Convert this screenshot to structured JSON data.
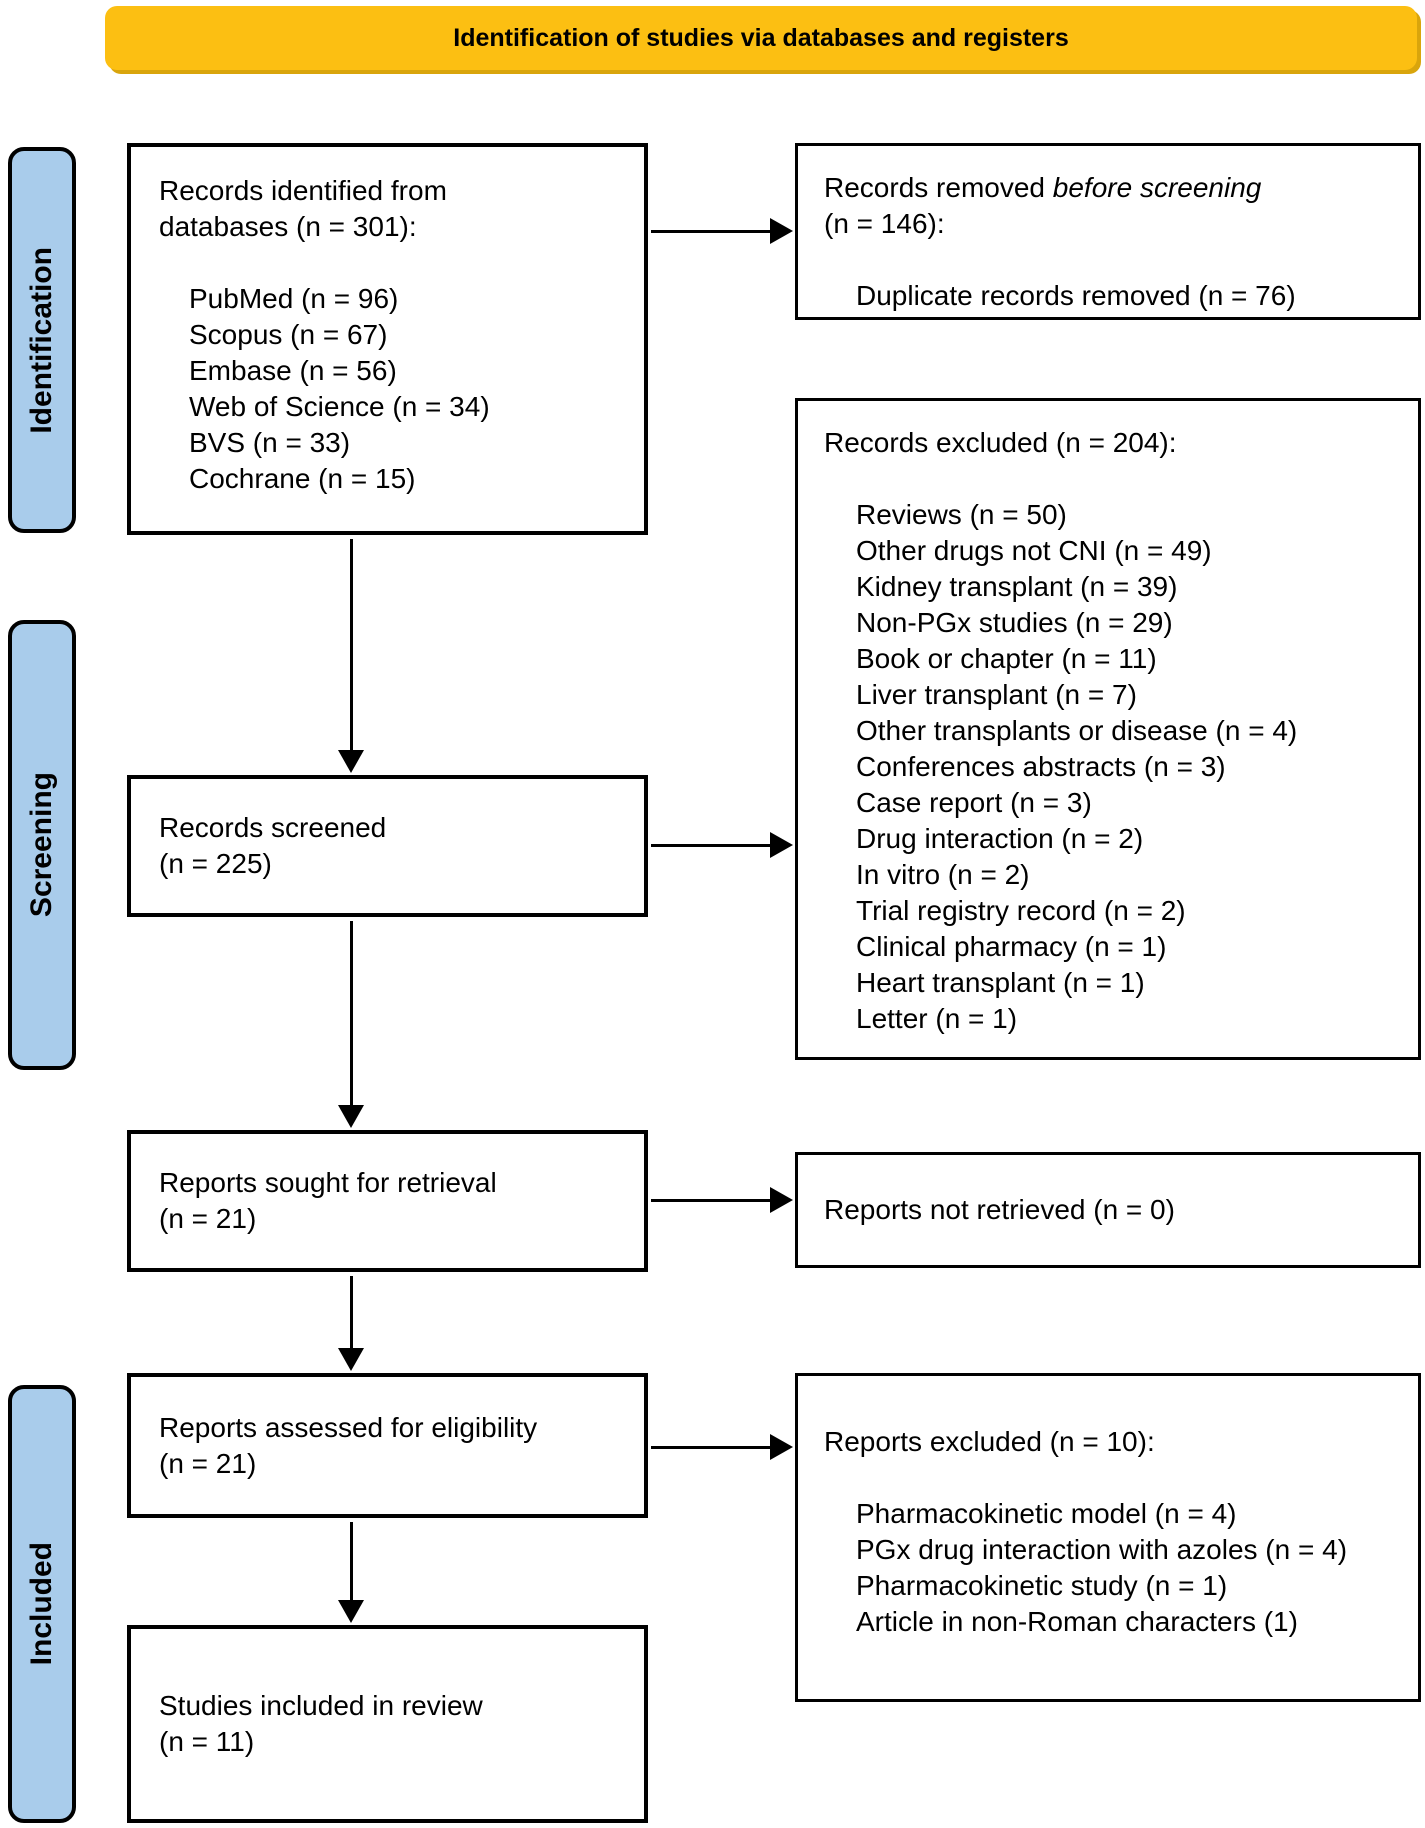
{
  "banner": {
    "title": "Identification of studies via databases and registers"
  },
  "colors": {
    "banner_bg": "#fcbf12",
    "banner_edge": "#d9a50c",
    "stage_bg": "#a9cceb",
    "border": "#000000"
  },
  "stages": {
    "identification": "Identification",
    "screening": "Screening",
    "included": "Included"
  },
  "left_boxes": {
    "records_identified": {
      "line1": "Records identified from",
      "line2": "databases (n = 301):",
      "items": [
        "PubMed (n = 96)",
        "Scopus (n = 67)",
        "Embase (n = 56)",
        "Web of Science (n = 34)",
        "BVS (n = 33)",
        "Cochrane (n = 15)"
      ]
    },
    "records_screened": {
      "line1": "Records screened",
      "line2": "(n = 225)"
    },
    "reports_sought": {
      "line1": "Reports sought for retrieval",
      "line2": "(n = 21)"
    },
    "reports_assessed": {
      "line1": "Reports assessed for eligibility",
      "line2": "(n = 21)"
    },
    "studies_included": {
      "line1": "Studies included in review",
      "line2": "(n = 11)"
    }
  },
  "right_boxes": {
    "records_removed": {
      "prefix": "Records removed ",
      "emphasis": "before screening",
      "line2": "(n = 146):",
      "items": [
        "Duplicate records removed (n = 76)"
      ]
    },
    "records_excluded": {
      "title": "Records excluded (n = 204):",
      "items": [
        "Reviews (n = 50)",
        "Other drugs not CNI (n = 49)",
        "Kidney transplant (n = 39)",
        "Non-PGx studies (n = 29)",
        "Book or chapter (n = 11)",
        "Liver transplant (n = 7)",
        "Other transplants or disease (n = 4)",
        "Conferences abstracts (n = 3)",
        "Case report (n = 3)",
        "Drug interaction (n = 2)",
        "In vitro (n = 2)",
        "Trial registry record (n = 2)",
        "Clinical pharmacy (n = 1)",
        "Heart transplant (n = 1)",
        "Letter (n = 1)"
      ]
    },
    "reports_not_retrieved": {
      "text": "Reports not retrieved (n = 0)"
    },
    "reports_excluded": {
      "title": "Reports excluded (n = 10):",
      "items": [
        "Pharmacokinetic model (n = 4)",
        "PGx drug interaction with azoles (n = 4)",
        "Pharmacokinetic study (n = 1)",
        "Article in non-Roman characters (1)"
      ]
    }
  }
}
